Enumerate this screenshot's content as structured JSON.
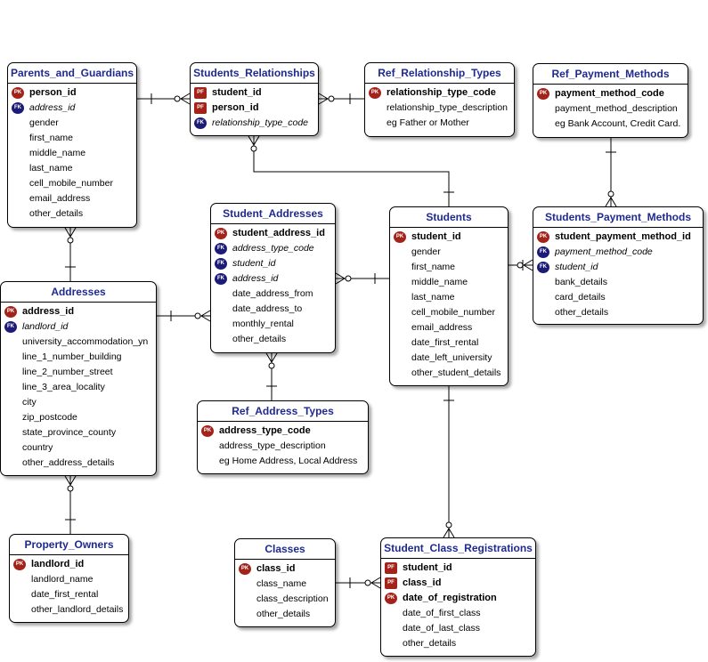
{
  "entities": {
    "parents": {
      "name": "Parents_and_Guardians",
      "attrs": [
        {
          "key": "PK",
          "name": "person_id"
        },
        {
          "key": "FK",
          "name": "address_id"
        },
        {
          "key": "",
          "name": "gender"
        },
        {
          "key": "",
          "name": "first_name"
        },
        {
          "key": "",
          "name": "middle_name"
        },
        {
          "key": "",
          "name": "last_name"
        },
        {
          "key": "",
          "name": "cell_mobile_number"
        },
        {
          "key": "",
          "name": "email_address"
        },
        {
          "key": "",
          "name": "other_details"
        }
      ]
    },
    "relationships": {
      "name": "Students_Relationships",
      "attrs": [
        {
          "key": "PF",
          "name": "student_id"
        },
        {
          "key": "PF",
          "name": "person_id"
        },
        {
          "key": "FK",
          "name": "relationship_type_code"
        }
      ]
    },
    "ref_rel_types": {
      "name": "Ref_Relationship_Types",
      "attrs": [
        {
          "key": "PK",
          "name": "relationship_type_code"
        },
        {
          "key": "",
          "name": "relationship_type_description"
        },
        {
          "key": "",
          "name": "eg Father or Mother"
        }
      ]
    },
    "ref_pay_methods": {
      "name": "Ref_Payment_Methods",
      "attrs": [
        {
          "key": "PK",
          "name": "payment_method_code"
        },
        {
          "key": "",
          "name": "payment_method_description"
        },
        {
          "key": "",
          "name": "eg Bank Account, Credit Card."
        }
      ]
    },
    "student_addresses": {
      "name": "Student_Addresses",
      "attrs": [
        {
          "key": "PK",
          "name": "student_address_id"
        },
        {
          "key": "FK",
          "name": "address_type_code"
        },
        {
          "key": "FK",
          "name": "student_id"
        },
        {
          "key": "FK",
          "name": "address_id"
        },
        {
          "key": "",
          "name": "date_address_from"
        },
        {
          "key": "",
          "name": "date_address_to"
        },
        {
          "key": "",
          "name": "monthly_rental"
        },
        {
          "key": "",
          "name": "other_details"
        }
      ]
    },
    "students": {
      "name": "Students",
      "attrs": [
        {
          "key": "PK",
          "name": "student_id"
        },
        {
          "key": "",
          "name": "gender"
        },
        {
          "key": "",
          "name": "first_name"
        },
        {
          "key": "",
          "name": "middle_name"
        },
        {
          "key": "",
          "name": "last_name"
        },
        {
          "key": "",
          "name": "cell_mobile_number"
        },
        {
          "key": "",
          "name": "email_address"
        },
        {
          "key": "",
          "name": "date_first_rental"
        },
        {
          "key": "",
          "name": "date_left_university"
        },
        {
          "key": "",
          "name": "other_student_details"
        }
      ]
    },
    "student_pay_methods": {
      "name": "Students_Payment_Methods",
      "attrs": [
        {
          "key": "PK",
          "name": "student_payment_method_id"
        },
        {
          "key": "FK",
          "name": "payment_method_code"
        },
        {
          "key": "FK",
          "name": "student_id"
        },
        {
          "key": "",
          "name": "bank_details"
        },
        {
          "key": "",
          "name": "card_details"
        },
        {
          "key": "",
          "name": "other_details"
        }
      ]
    },
    "addresses": {
      "name": "Addresses",
      "attrs": [
        {
          "key": "PK",
          "name": "address_id"
        },
        {
          "key": "FK",
          "name": "landlord_id"
        },
        {
          "key": "",
          "name": "university_accommodation_yn"
        },
        {
          "key": "",
          "name": "line_1_number_building"
        },
        {
          "key": "",
          "name": "line_2_number_street"
        },
        {
          "key": "",
          "name": "line_3_area_locality"
        },
        {
          "key": "",
          "name": "city"
        },
        {
          "key": "",
          "name": "zip_postcode"
        },
        {
          "key": "",
          "name": "state_province_county"
        },
        {
          "key": "",
          "name": "country"
        },
        {
          "key": "",
          "name": "other_address_details"
        }
      ]
    },
    "ref_addr_types": {
      "name": "Ref_Address_Types",
      "attrs": [
        {
          "key": "PK",
          "name": "address_type_code"
        },
        {
          "key": "",
          "name": "address_type_description"
        },
        {
          "key": "",
          "name": "eg Home Address, Local Address"
        }
      ]
    },
    "property_owners": {
      "name": "Property_Owners",
      "attrs": [
        {
          "key": "PK",
          "name": "landlord_id"
        },
        {
          "key": "",
          "name": "landlord_name"
        },
        {
          "key": "",
          "name": "date_first_rental"
        },
        {
          "key": "",
          "name": "other_landlord_details"
        }
      ]
    },
    "classes": {
      "name": "Classes",
      "attrs": [
        {
          "key": "PK",
          "name": "class_id"
        },
        {
          "key": "",
          "name": "class_name"
        },
        {
          "key": "",
          "name": "class_description"
        },
        {
          "key": "",
          "name": "other_details"
        }
      ]
    },
    "registrations": {
      "name": "Student_Class_Registrations",
      "attrs": [
        {
          "key": "PF",
          "name": "student_id"
        },
        {
          "key": "PF",
          "name": "class_id"
        },
        {
          "key": "PK",
          "name": "date_of_registration"
        },
        {
          "key": "",
          "name": "date_of_first_class"
        },
        {
          "key": "",
          "name": "date_of_last_class"
        },
        {
          "key": "",
          "name": "other_details"
        }
      ]
    }
  },
  "relationships": [
    {
      "from": "parents",
      "to": "relationships",
      "one_end": "parents",
      "many_end": "relationships"
    },
    {
      "from": "ref_rel_types",
      "to": "relationships",
      "one_end": "ref_rel_types",
      "many_end": "relationships"
    },
    {
      "from": "students",
      "to": "relationships",
      "one_end": "students",
      "many_end": "relationships"
    },
    {
      "from": "addresses",
      "to": "parents",
      "one_end": "addresses",
      "many_end": "parents"
    },
    {
      "from": "addresses",
      "to": "student_addresses",
      "one_end": "addresses",
      "many_end": "student_addresses"
    },
    {
      "from": "students",
      "to": "student_addresses",
      "one_end": "students",
      "many_end": "student_addresses"
    },
    {
      "from": "ref_addr_types",
      "to": "student_addresses",
      "one_end": "ref_addr_types",
      "many_end": "student_addresses"
    },
    {
      "from": "ref_pay_methods",
      "to": "student_pay_methods",
      "one_end": "ref_pay_methods",
      "many_end": "student_pay_methods"
    },
    {
      "from": "students",
      "to": "student_pay_methods",
      "one_end": "students",
      "many_end": "student_pay_methods"
    },
    {
      "from": "property_owners",
      "to": "addresses",
      "one_end": "property_owners",
      "many_end": "addresses"
    },
    {
      "from": "students",
      "to": "registrations",
      "one_end": "students",
      "many_end": "registrations"
    },
    {
      "from": "classes",
      "to": "registrations",
      "one_end": "classes",
      "many_end": "registrations"
    }
  ],
  "colors": {
    "title": "#1f2a90",
    "pk_badge": "#a3231a",
    "fk_badge": "#1c1c78"
  }
}
